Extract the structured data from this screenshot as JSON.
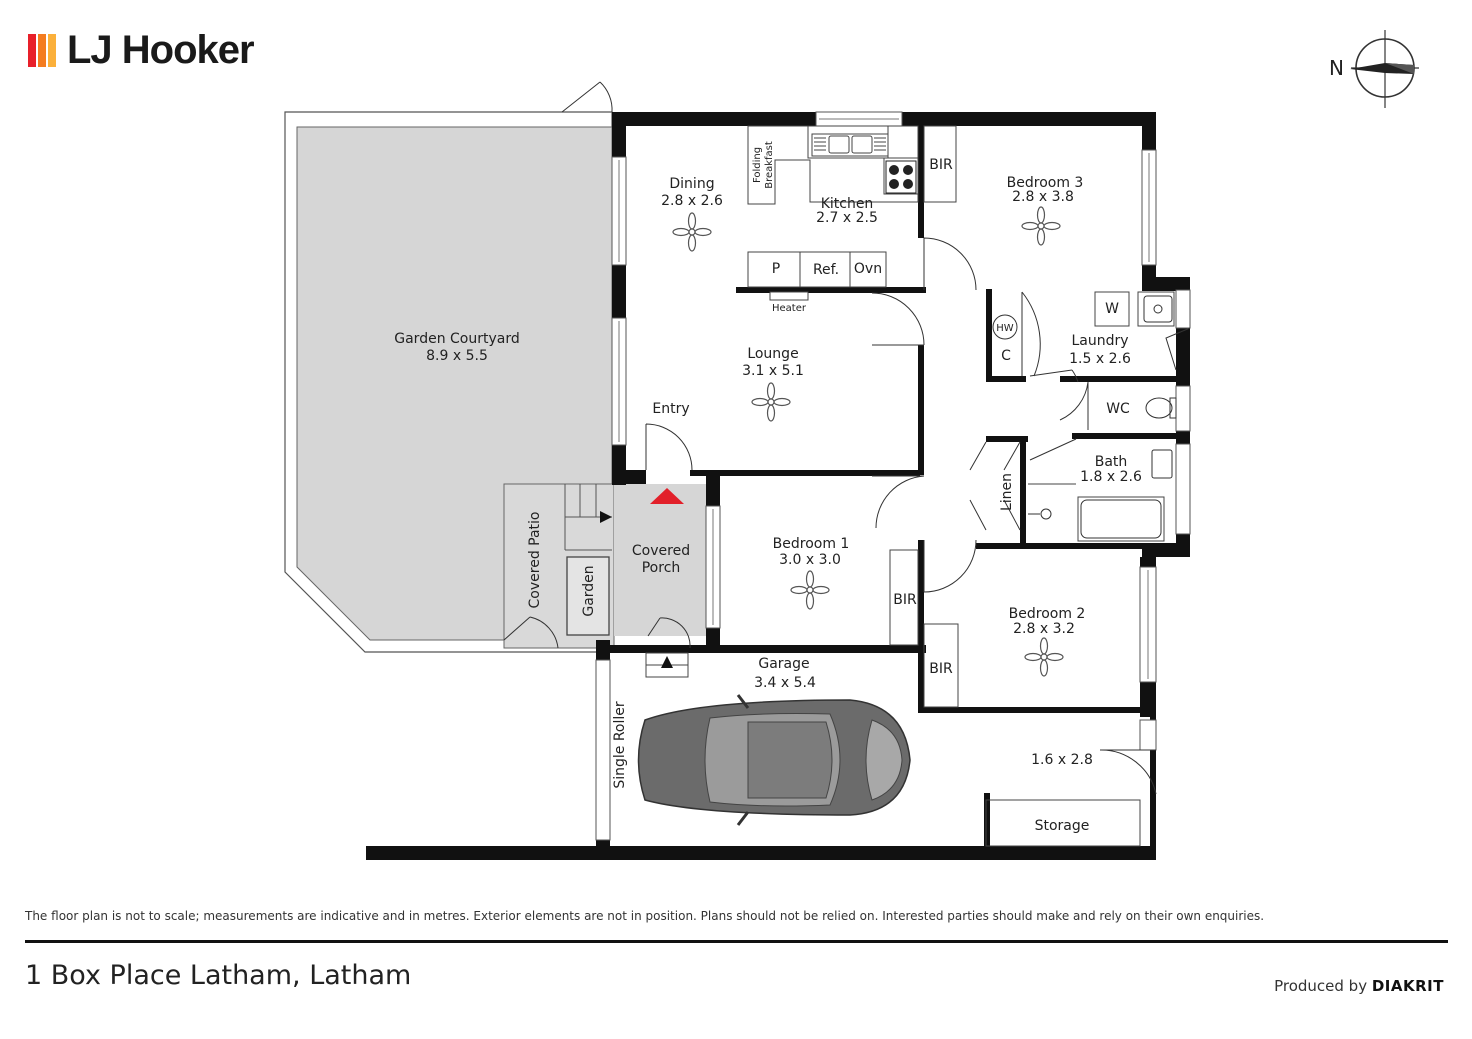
{
  "brand": {
    "name": "LJ Hooker",
    "colors": [
      "#e8202a",
      "#f47c20",
      "#fbb03b"
    ]
  },
  "compass": {
    "north_label": "N"
  },
  "rooms": {
    "garden_courtyard": {
      "name": "Garden Courtyard",
      "size": "8.9 x 5.5"
    },
    "dining": {
      "name": "Dining",
      "size": "2.8 x 2.6"
    },
    "kitchen": {
      "name": "Kitchen",
      "size": "2.7 x 2.5"
    },
    "bedroom3": {
      "name": "Bedroom 3",
      "size": "2.8 x 3.8"
    },
    "lounge": {
      "name": "Lounge",
      "size": "3.1 x 5.1"
    },
    "laundry": {
      "name": "Laundry",
      "size": "1.5 x 2.6"
    },
    "bath": {
      "name": "Bath",
      "size": "1.8 x 2.6"
    },
    "bedroom1": {
      "name": "Bedroom 1",
      "size": "3.0 x 3.0"
    },
    "bedroom2": {
      "name": "Bedroom 2",
      "size": "2.8 x 3.2"
    },
    "garage": {
      "name": "Garage",
      "size": "3.4 x 5.4"
    },
    "storage_area": {
      "size": "1.6 x 2.8"
    }
  },
  "labels": {
    "folding_breakfast_1": "Folding",
    "folding_breakfast_2": "Breakfast",
    "pantry": "P",
    "fridge": "Ref.",
    "oven": "Ovn",
    "heater": "Heater",
    "bir": "BIR",
    "hot_water": "HW",
    "cupboard": "C",
    "washer": "W",
    "wc": "WC",
    "linen": "Linen",
    "entry": "Entry",
    "covered_porch_1": "Covered",
    "covered_porch_2": "Porch",
    "covered_patio": "Covered Patio",
    "garden": "Garden",
    "single_roller": "Single Roller",
    "storage": "Storage"
  },
  "footer": {
    "disclaimer": "The floor plan is not to scale; measurements are indicative and in metres. Exterior elements are not in position. Plans should not be relied on. Interested parties should make and rely on their own enquiries.",
    "address": "1 Box Place Latham, Latham",
    "produced_by": "Produced by",
    "producer": "DIAKRIT"
  }
}
